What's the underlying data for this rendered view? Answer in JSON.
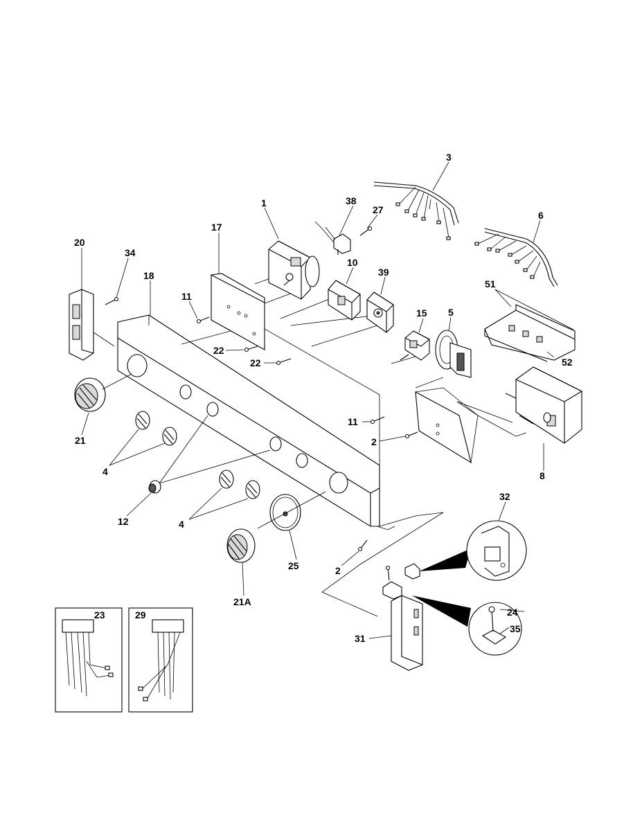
{
  "callouts": [
    {
      "id": "c1",
      "text": "1"
    },
    {
      "id": "c2a",
      "text": "2"
    },
    {
      "id": "c2b",
      "text": "2"
    },
    {
      "id": "c3",
      "text": "3"
    },
    {
      "id": "c4a",
      "text": "4"
    },
    {
      "id": "c4b",
      "text": "4"
    },
    {
      "id": "c5",
      "text": "5"
    },
    {
      "id": "c6",
      "text": "6"
    },
    {
      "id": "c8",
      "text": "8"
    },
    {
      "id": "c10",
      "text": "10"
    },
    {
      "id": "c11a",
      "text": "11"
    },
    {
      "id": "c11b",
      "text": "11"
    },
    {
      "id": "c12",
      "text": "12"
    },
    {
      "id": "c15",
      "text": "15"
    },
    {
      "id": "c17",
      "text": "17"
    },
    {
      "id": "c18",
      "text": "18"
    },
    {
      "id": "c20",
      "text": "20"
    },
    {
      "id": "c21",
      "text": "21"
    },
    {
      "id": "c21a",
      "text": "21A"
    },
    {
      "id": "c22a",
      "text": "22"
    },
    {
      "id": "c22b",
      "text": "22"
    },
    {
      "id": "c23",
      "text": "23"
    },
    {
      "id": "c24",
      "text": "24"
    },
    {
      "id": "c25",
      "text": "25"
    },
    {
      "id": "c27",
      "text": "27"
    },
    {
      "id": "c29",
      "text": "29"
    },
    {
      "id": "c31",
      "text": "31"
    },
    {
      "id": "c32",
      "text": "32"
    },
    {
      "id": "c34",
      "text": "34"
    },
    {
      "id": "c35",
      "text": "35"
    },
    {
      "id": "c38",
      "text": "38"
    },
    {
      "id": "c39",
      "text": "39"
    },
    {
      "id": "c51",
      "text": "51"
    },
    {
      "id": "c52",
      "text": "52"
    }
  ]
}
